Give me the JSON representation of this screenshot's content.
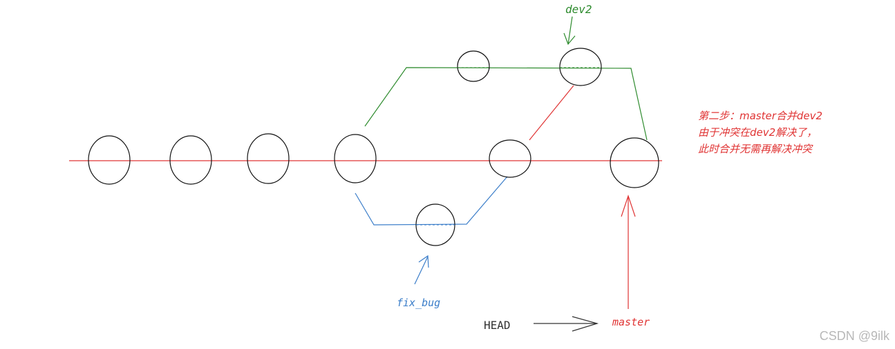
{
  "colors": {
    "master": "#e03434",
    "dev2": "#2e8b2e",
    "fix_bug": "#3a7dc9",
    "node": "#111111",
    "text": "#333333"
  },
  "labels": {
    "dev2": "dev2",
    "fix_bug": "fix_bug",
    "head": "HEAD",
    "master": "master"
  },
  "note": {
    "line1": "第二步：master合并dev2",
    "line2": "由于冲突在dev2解决了，",
    "line3": "此时合并无需再解决冲突"
  },
  "watermark": "CSDN @9ilk"
}
